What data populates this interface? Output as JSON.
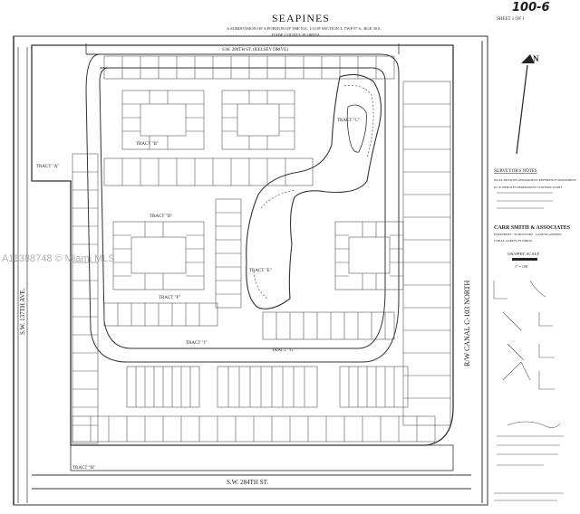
{
  "page_number": "100-6",
  "sheet_label": "SHEET 1 OF 1",
  "title": "SEAPINES",
  "subtitle_lines": [
    "A SUBDIVISION OF A PORTION OF THE N.E. 1/4 OF SECTION 3, TWP 57 S., RGE 39 E.",
    "DADE COUNTY                FLORIDA"
  ],
  "streets": {
    "top": "S.W. 280TH ST. (KELSEY DRIVE)",
    "bottom": "S.W. 284TH ST.",
    "left": "S.W. 137TH AVE."
  },
  "canal_label": "R/W CANAL  C-103  NORTH",
  "tracts": {
    "a": "TRACT \"A\"",
    "b": "TRACT \"B\"",
    "c": "TRACT \"C\"",
    "d": "TRACT \"D\"",
    "e": "TRACT \"E\"",
    "f": "TRACT \"F\"",
    "g": "TRACT \"G\"",
    "h": "TRACT \"H\"",
    "j": "TRACT \"J\""
  },
  "legend": {
    "title": "SURVEYOR'S NOTES",
    "items": [
      "P.R.M.  DENOTES PERMANENT REFERENCE MONUMENT",
      "P.C.P.  DENOTES PERMANENT CONTROL POINT"
    ]
  },
  "firm": {
    "name": "CARR SMITH & ASSOCIATES",
    "line2": "ENGINEERS · SURVEYORS · LAND PLANNERS",
    "line3": "CORAL GABLES           FLORIDA"
  },
  "scale": {
    "label": "GRAPHIC SCALE",
    "value": "1\" = 100'"
  },
  "watermark": "A11388748 © Miami MLS",
  "north_label": "N",
  "colors": {
    "ink": "#2b2b2b",
    "paper": "#ffffff",
    "watermark": "#999999"
  }
}
